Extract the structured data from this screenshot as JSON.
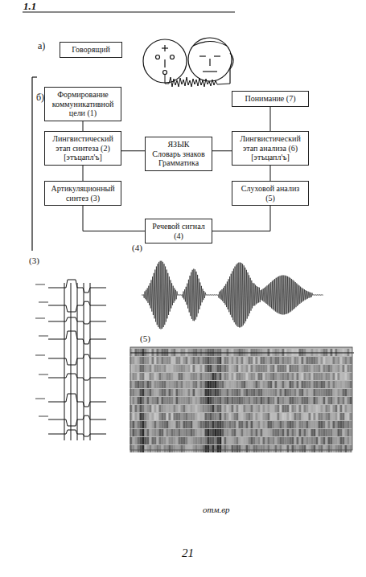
{
  "diagram": {
    "nodes": [
      {
        "text": [
          "Говорящий"
        ]
      },
      {
        "text": [
          "Формирование коммуникативной цели (1)"
        ]
      },
      {
        "text": [
          "Понимание (7)"
        ]
      },
      {
        "text": [
          "Лингвистический этап синтеза (2)",
          "[этъцапл'ъ]"
        ]
      },
      {
        "text": [
          "ЯЗЫК",
          "Словарь знаков Грамматика"
        ]
      },
      {
        "text": [
          "Лингвистический этап анализа (6)",
          "[этъцапл'ъ]"
        ]
      },
      {
        "text": [
          "Артикуляционный синтез (3)"
        ]
      },
      {
        "text": [
          "Слуховой анализ (5)"
        ]
      },
      {
        "text": [
          "Речевой сигнал (4)"
        ]
      }
    ],
    "edges": [
      {
        "from": 1,
        "to": 3,
        "arrow": "none"
      },
      {
        "from": 3,
        "to": 6,
        "arrow": "none"
      },
      {
        "from": 6,
        "to": 8,
        "arrow": "none"
      },
      {
        "from": 8,
        "to": 7,
        "arrow": "none"
      },
      {
        "from": 7,
        "to": 5,
        "arrow": "none"
      },
      {
        "from": 5,
        "to": 2,
        "arrow": "none"
      },
      {
        "from": 3,
        "to": 4,
        "arrow": "none"
      },
      {
        "from": 4,
        "to": 5,
        "arrow": "none"
      }
    ],
    "labels": [
      "1.1",
      "а)",
      "б)",
      "(4)",
      "(3)",
      "(5)",
      "отм.вр",
      "21"
    ]
  }
}
